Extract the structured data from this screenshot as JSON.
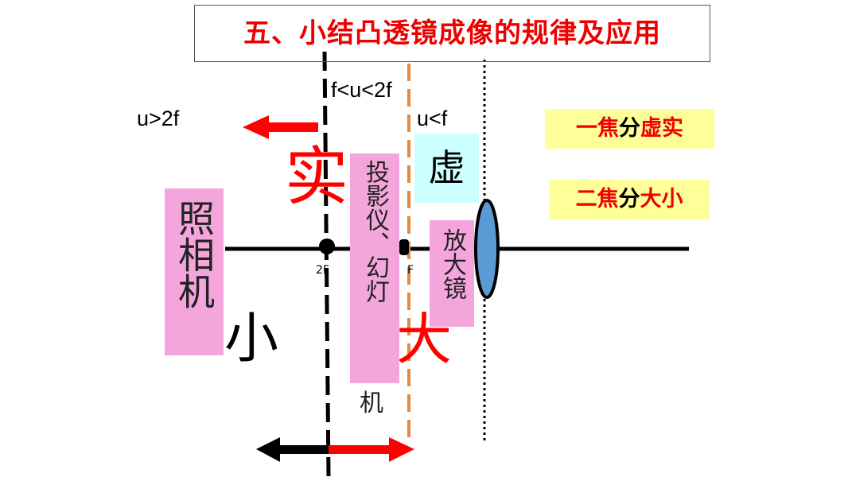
{
  "title": "五、小结凸透镜成像的规律及应用",
  "regions": {
    "far": "u>2f",
    "middle": "f<u<2f",
    "near": "u<f"
  },
  "points": {
    "two_f": "2F",
    "f": "F"
  },
  "image_type": {
    "real": "实",
    "virtual": "虚"
  },
  "size": {
    "small": "小",
    "large": "大"
  },
  "devices": {
    "camera": "照相机",
    "projector": "投影仪、幻灯",
    "projector_tail": "机",
    "magnifier": "放大镜"
  },
  "rules": [
    {
      "a": "一焦",
      "b": "分",
      "c": "虚实"
    },
    {
      "a": "二焦",
      "b": "分",
      "c": "大小"
    }
  ],
  "colors": {
    "accent": "#ee0000",
    "pink": "#f4a6dc",
    "cyan": "#ccffff",
    "yellow": "#ffff99",
    "lens": "#5b9bd5",
    "orange": "#e8883a"
  }
}
